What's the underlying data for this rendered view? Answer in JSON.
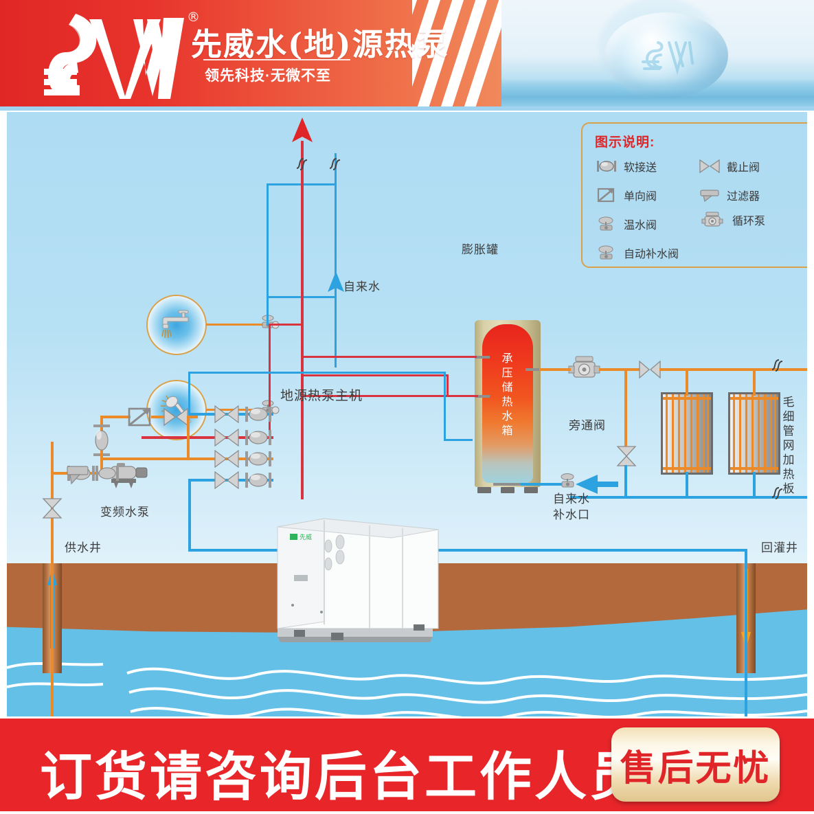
{
  "header": {
    "brand_title": "先威水(地)源热泵",
    "registered_mark": "®",
    "slogan": "领先科技·无微不至",
    "logo_name": "sw-logo",
    "water_ball_name": "water-ball-photo"
  },
  "legend": {
    "title": "图示说明:",
    "items": [
      {
        "label": "软接送",
        "icon": "flexible-joint-icon"
      },
      {
        "label": "截止阀",
        "icon": "stop-valve-icon"
      },
      {
        "label": "单向阀",
        "icon": "check-valve-icon"
      },
      {
        "label": "过滤器",
        "icon": "filter-icon"
      },
      {
        "label": "温水阀",
        "icon": "warm-water-valve-icon"
      },
      {
        "label": "循环泵",
        "icon": "circulation-pump-icon"
      },
      {
        "label": "自动补水阀",
        "icon": "auto-refill-valve-icon"
      }
    ]
  },
  "diagram": {
    "labels": {
      "tap_water_top": "自来水",
      "expansion_tank": "膨胀罐",
      "storage_tank": "承压储热水箱",
      "heat_pump_unit": "地源热泵主机",
      "bypass_valve": "旁通阀",
      "tap_water_refill": "自来水\n补水口",
      "tap_water_refill_line1": "自来水",
      "tap_water_refill_line2": "补水口",
      "capillary_panel": "毛细管网加热板",
      "vfd_pump": "变频水泵",
      "supply_well": "供水井",
      "return_well": "回灌井"
    },
    "colors": {
      "hot_pipe": "#d8333f",
      "warm_pipe": "#eb8a28",
      "cold_pipe": "#2ca3e0",
      "soil": "#b4693c",
      "aquifer": "#65c0e8",
      "tank_hot": "#e8241c",
      "accent_red": "#e02528",
      "legend_border": "#d9a14a"
    }
  },
  "banner": {
    "message": "订货请咨询后台工作人员",
    "badge": "售后无忧"
  }
}
